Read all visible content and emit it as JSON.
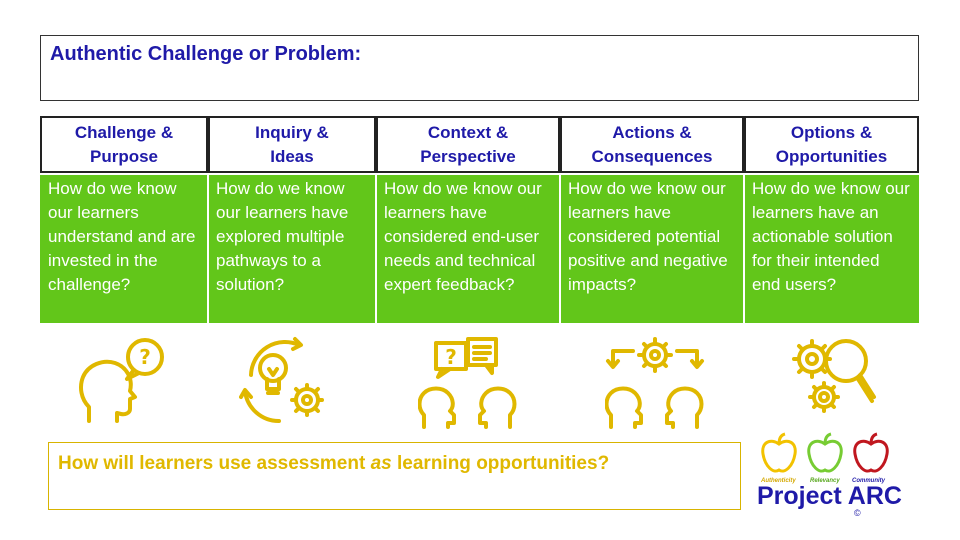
{
  "challenge": {
    "title": "Authentic Challenge or Problem:"
  },
  "columns": [
    {
      "header": "Challenge &\nPurpose",
      "question": "How do we know our learners understand and are invested in the challenge?"
    },
    {
      "header": "Inquiry &\nIdeas",
      "question": "How do we know our learners have explored multiple pathways to a solution?"
    },
    {
      "header": "Context &\nPerspective",
      "question": "How do we know our learners have considered end-user needs and technical expert feedback?"
    },
    {
      "header": "Actions &\nConsequences",
      "question": "How do we know our learners have considered potential positive and negative impacts?"
    },
    {
      "header": "Options &\nOpportunities",
      "question": "How do we know our learners have an actionable solution for their intended end users?"
    }
  ],
  "icons": [
    "head-question-icon",
    "lightbulb-gears-icon",
    "two-heads-speech-icon",
    "two-heads-gear-arrows-icon",
    "gears-magnifier-icon"
  ],
  "assessment": {
    "before": "How will learners use assessment ",
    "emphasis": "as",
    "after": " learning opportunities?"
  },
  "logo": {
    "tag1": "Authenticity",
    "tag2": "Relevancy",
    "tag3": "Community",
    "title": "Project ARC",
    "copyright": "©"
  },
  "colors": {
    "blue": "#1f1aa8",
    "green": "#62c61a",
    "gold": "#e0b800",
    "apple_yellow": "#f2c200",
    "apple_green": "#77cc33",
    "apple_red": "#c0171f"
  }
}
